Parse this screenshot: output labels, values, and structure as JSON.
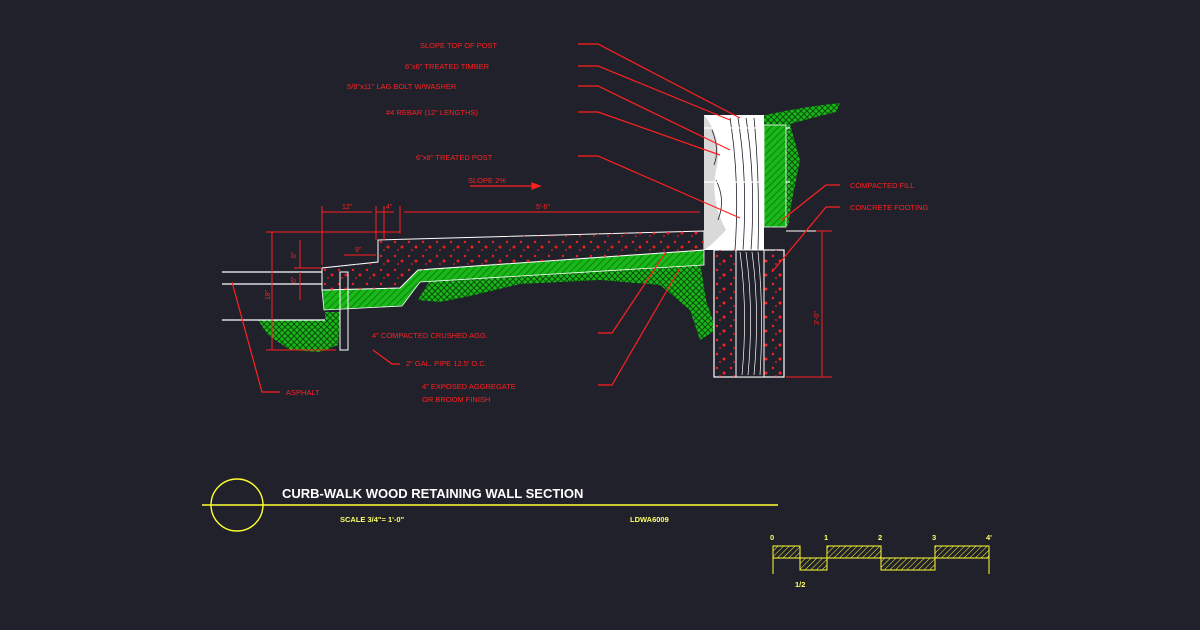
{
  "drawing": {
    "labels": {
      "slope_top_of_post": "SLOPE TOP OF POST",
      "treated_timber": "6\"x6\" TREATED TIMBER",
      "lag_bolt": "5/8\"x11\" LAG BOLT W/WASHER",
      "rebar": "#4 REBAR (12\" LENGTHS)",
      "treated_post": "6\"x8\" TREATED POST",
      "slope": "SLOPE 2%",
      "compacted_fill": "COMPACTED FILL",
      "concrete_footing": "CONCRETE FOOTING",
      "crushed_agg": "4\" COMPACTED CRUSHED AGG.",
      "gal_pipe": "2\" GAL. PIPE 12.5' O.C.",
      "exposed_agg_1": "4\" EXPOSED AGGREGATE",
      "exposed_agg_2": "OR BROOM FINISH",
      "asphalt": "ASPHALT"
    },
    "dimensions": {
      "d12": "12\"",
      "d4": "4\"",
      "d5_6": "5'-6\"",
      "d9": "9\"",
      "d6": "6\"",
      "d6b": "6\"",
      "d18": "18\"",
      "d3_0": "3'-0\""
    }
  },
  "title_block": {
    "title": "CURB-WALK WOOD RETAINING WALL SECTION",
    "scale": "SCALE 3/4\"= 1'-0\"",
    "code": "LDWA6009"
  },
  "scale_bar": {
    "ticks": [
      "0",
      "1",
      "2",
      "3",
      "4'"
    ],
    "half": "1/2"
  },
  "colors": {
    "background": "#20212b",
    "annotation": "#ff2020",
    "fill": "#19b819",
    "title_line": "#ffff33"
  }
}
